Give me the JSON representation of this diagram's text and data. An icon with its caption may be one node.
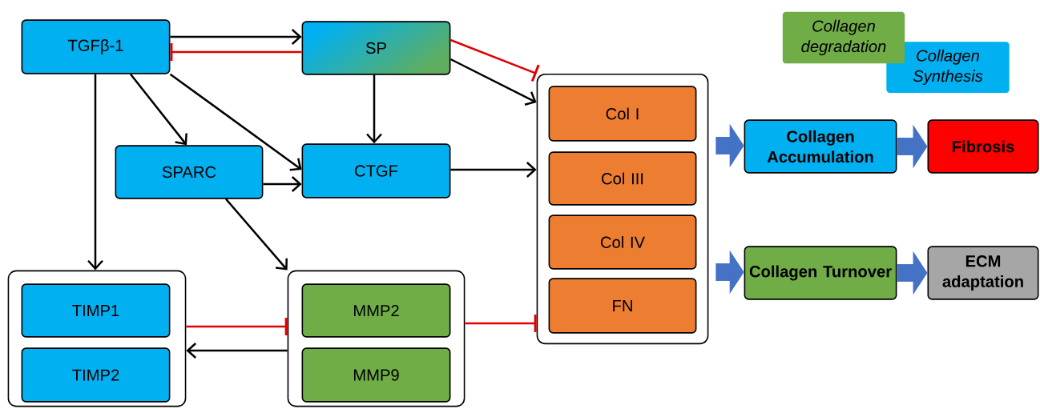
{
  "diagram": {
    "nodes": [
      {
        "text": [
          "TGFβ-1"
        ]
      },
      {
        "text": [
          "SP"
        ]
      },
      {
        "text": [
          "SPARC"
        ]
      },
      {
        "text": [
          "CTGF"
        ]
      },
      {
        "text": [],
        "shape": "box"
      },
      {
        "text": [
          "TIMP1"
        ],
        "in": 4
      },
      {
        "text": [
          "TIMP2"
        ],
        "in": 4
      },
      {
        "text": [],
        "shape": "box"
      },
      {
        "text": [
          "MMP2"
        ],
        "in": 7
      },
      {
        "text": [
          "MMP9"
        ],
        "in": 7
      },
      {
        "text": [],
        "shape": "box"
      },
      {
        "text": [
          "Col I"
        ],
        "in": 10
      },
      {
        "text": [
          "Col III"
        ],
        "in": 10
      },
      {
        "text": [
          "Col IV"
        ],
        "in": 10
      },
      {
        "text": [
          "FN"
        ],
        "in": 10
      },
      {
        "text": [
          "Collagen Accumulation"
        ]
      },
      {
        "text": [
          "Fibrosis"
        ]
      },
      {
        "text": [
          "Collagen Turnover"
        ]
      },
      {
        "text": [
          "ECM adaptation"
        ]
      }
    ],
    "edges": [
      {
        "from": 0,
        "to": 1,
        "arrow": "to"
      },
      {
        "from": 1,
        "to": 0,
        "arrow": "other",
        "color": "#e00000"
      },
      {
        "from": 0,
        "to": 2,
        "arrow": "to"
      },
      {
        "from": 0,
        "to": 3,
        "arrow": "to"
      },
      {
        "from": 0,
        "to": 4,
        "arrow": "to"
      },
      {
        "from": 1,
        "to": 3,
        "arrow": "to"
      },
      {
        "from": 1,
        "to": 10,
        "arrow": "to"
      },
      {
        "from": 1,
        "to": 10,
        "arrow": "other",
        "color": "#e00000"
      },
      {
        "from": 2,
        "to": 3,
        "arrow": "to"
      },
      {
        "from": 2,
        "to": 7,
        "arrow": "to"
      },
      {
        "from": 3,
        "to": 10,
        "arrow": "to"
      },
      {
        "from": 4,
        "to": 7,
        "arrow": "other",
        "color": "#e00000"
      },
      {
        "from": 7,
        "to": 4,
        "arrow": "to"
      },
      {
        "from": 7,
        "to": 10,
        "arrow": "other",
        "color": "#e00000"
      },
      {
        "from": 10,
        "to": 15,
        "arrow": "to",
        "style": "thick",
        "color": "#4472c4"
      },
      {
        "from": 15,
        "to": 16,
        "arrow": "to",
        "style": "thick",
        "color": "#4472c4"
      },
      {
        "from": 10,
        "to": 17,
        "arrow": "to",
        "style": "thick",
        "color": "#4472c4"
      },
      {
        "from": 17,
        "to": 18,
        "arrow": "to",
        "style": "thick",
        "color": "#4472c4"
      }
    ],
    "legend": [
      {
        "text": "Collagen degradation",
        "color": "#70ad47"
      },
      {
        "text": "Collagen Synthesis",
        "color": "#00b0f0"
      }
    ]
  }
}
